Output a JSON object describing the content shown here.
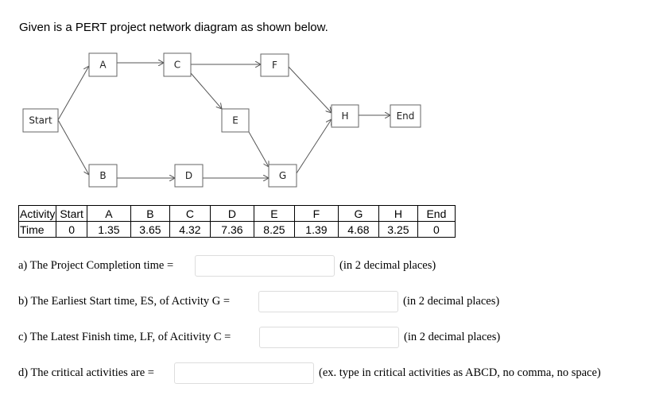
{
  "intro": "Given is a PERT project network diagram as shown below.",
  "nodes": {
    "start": "Start",
    "a": "A",
    "b": "B",
    "c": "C",
    "d": "D",
    "e": "E",
    "f": "F",
    "g": "G",
    "h": "H",
    "end": "End"
  },
  "table": {
    "header": [
      "Activity",
      "Start",
      "A",
      "B",
      "C",
      "D",
      "E",
      "F",
      "G",
      "H",
      "End"
    ],
    "times": [
      "Time",
      "0",
      "1.35",
      "3.65",
      "4.32",
      "7.36",
      "8.25",
      "1.39",
      "4.68",
      "3.25",
      "0"
    ]
  },
  "questions": [
    {
      "label": "a) The Project Completion time =",
      "value": "",
      "hint": "(in 2 decimal places)"
    },
    {
      "label": "b) The Earliest Start time, ES, of Activity G =",
      "value": "",
      "hint": "(in 2 decimal places)"
    },
    {
      "label": "c) The Latest Finish time, LF, of Acitivity C =",
      "value": "",
      "hint": "(in 2 decimal places)"
    },
    {
      "label": "d) The critical activities are =",
      "value": "",
      "hint": "(ex. type in critical activities as ABCD, no comma, no space)"
    }
  ]
}
